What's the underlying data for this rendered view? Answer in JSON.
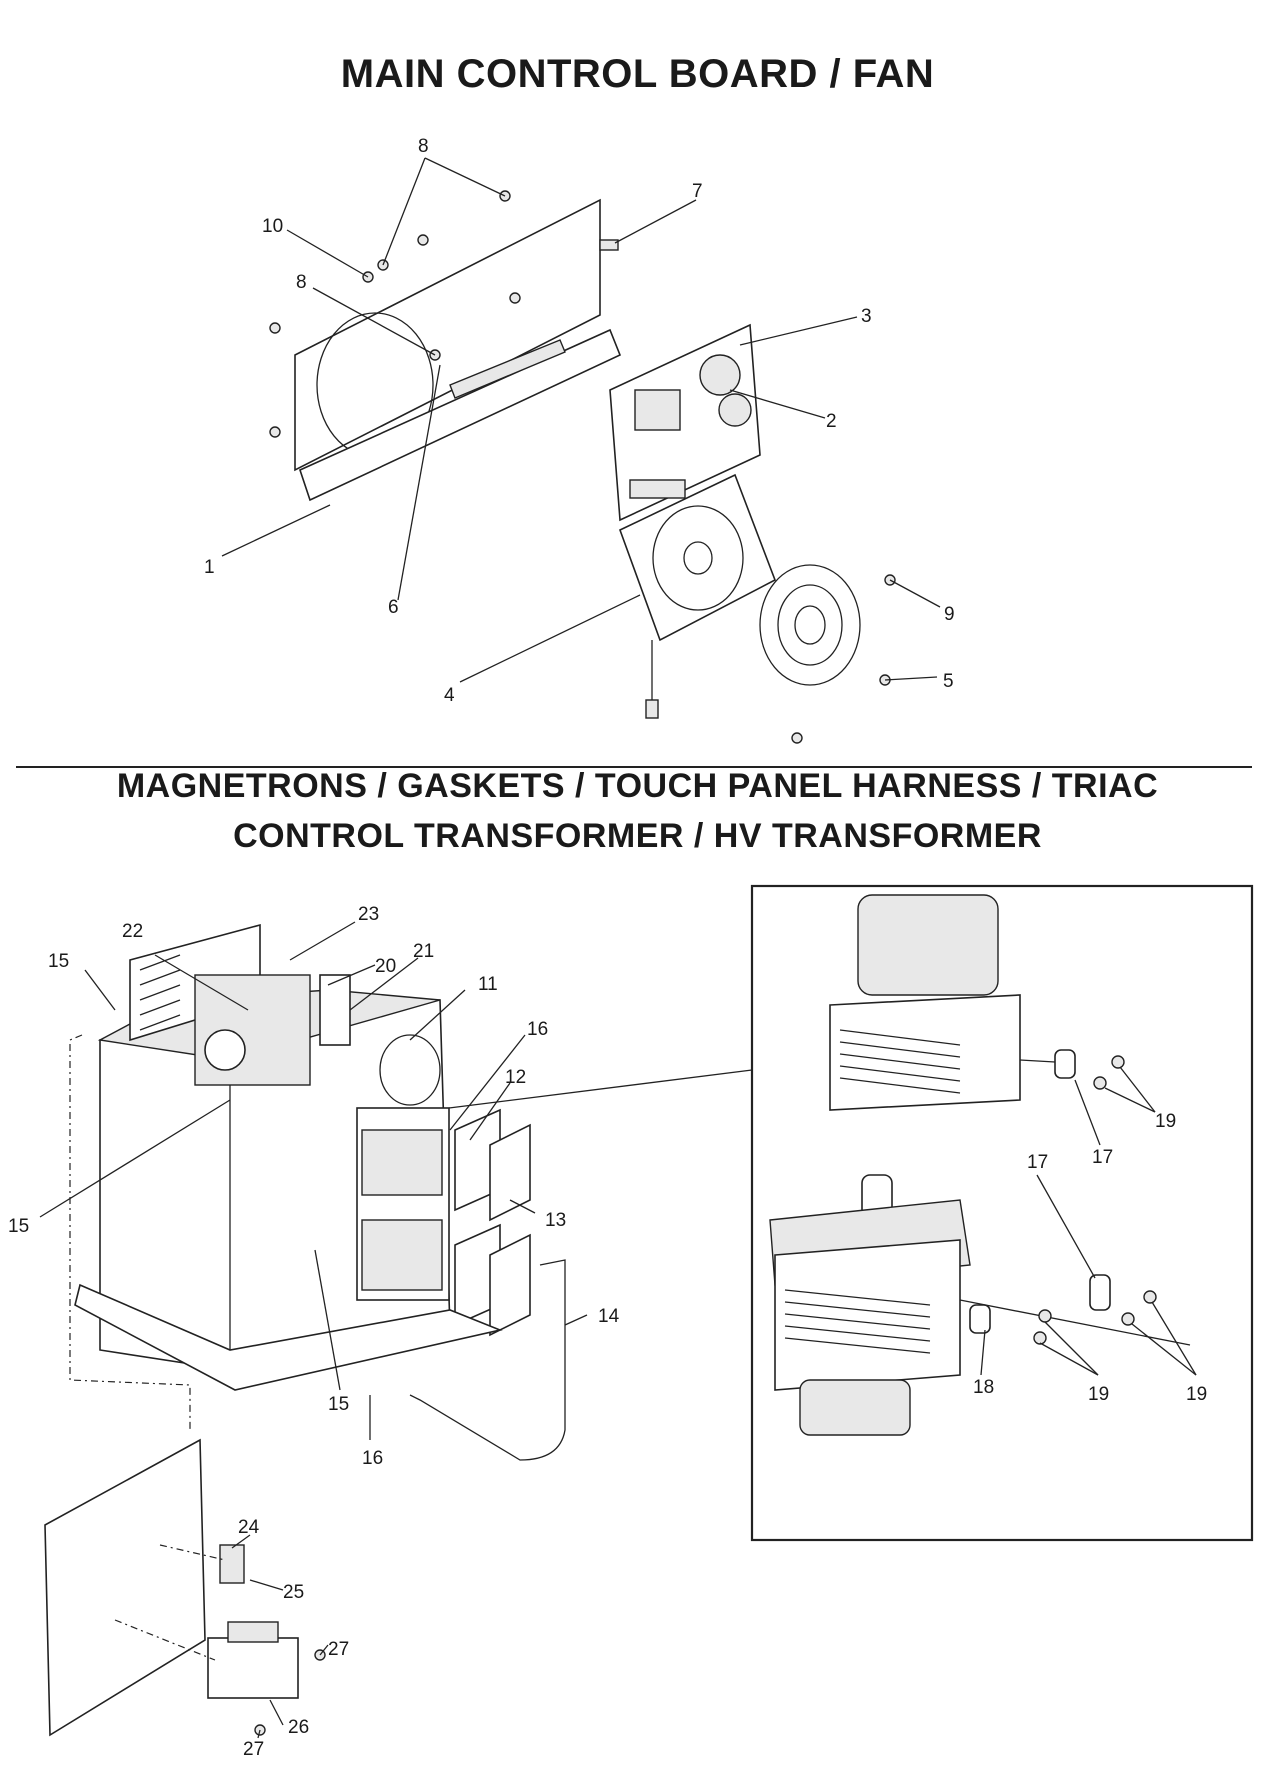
{
  "sections": {
    "top_title": "MAIN CONTROL BOARD / FAN",
    "bottom_title_line1": "MAGNETRONS / GASKETS / TOUCH PANEL HARNESS / TRIAC",
    "bottom_title_line2": "CONTROL TRANSFORMER / HV TRANSFORMER"
  },
  "callouts": {
    "top": [
      "8",
      "7",
      "10",
      "8",
      "3",
      "2",
      "1",
      "6",
      "9",
      "5",
      "4"
    ],
    "bottom": [
      "22",
      "23",
      "15",
      "20",
      "21",
      "11",
      "16",
      "12",
      "15",
      "13",
      "14",
      "15",
      "16",
      "24",
      "25",
      "27",
      "26",
      "27"
    ],
    "inset": [
      "19",
      "17",
      "17",
      "18",
      "19",
      "19"
    ]
  }
}
